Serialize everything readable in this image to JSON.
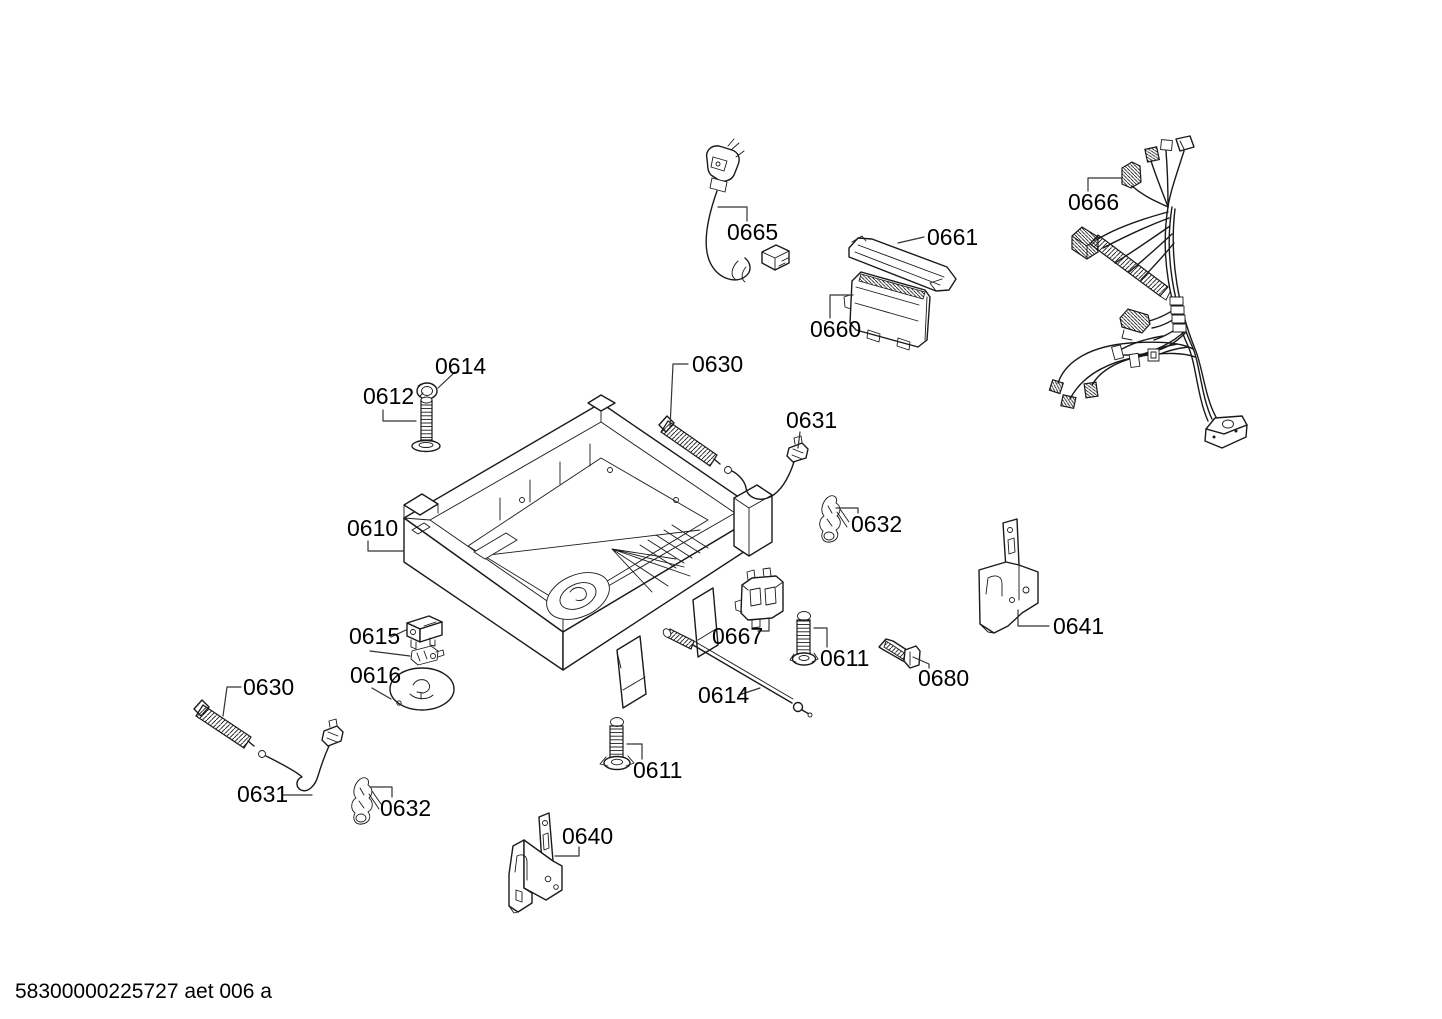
{
  "page": {
    "background": "#ffffff",
    "line_color": "#1a1a1a"
  },
  "footer": {
    "code": "58300000225727 aet 006 a"
  },
  "callouts": [
    {
      "part": "0665"
    },
    {
      "part": "0661"
    },
    {
      "part": "0660"
    },
    {
      "part": "0666"
    },
    {
      "part": "0614"
    },
    {
      "part": "0612"
    },
    {
      "part": "0630"
    },
    {
      "part": "0631"
    },
    {
      "part": "0610"
    },
    {
      "part": "0632"
    },
    {
      "part": "0615"
    },
    {
      "part": "0616"
    },
    {
      "part": "0667"
    },
    {
      "part": "0611"
    },
    {
      "part": "0680"
    },
    {
      "part": "0641"
    },
    {
      "part": "0614"
    },
    {
      "part": "0630"
    },
    {
      "part": "0611"
    },
    {
      "part": "0631"
    },
    {
      "part": "0632"
    },
    {
      "part": "0640"
    }
  ]
}
